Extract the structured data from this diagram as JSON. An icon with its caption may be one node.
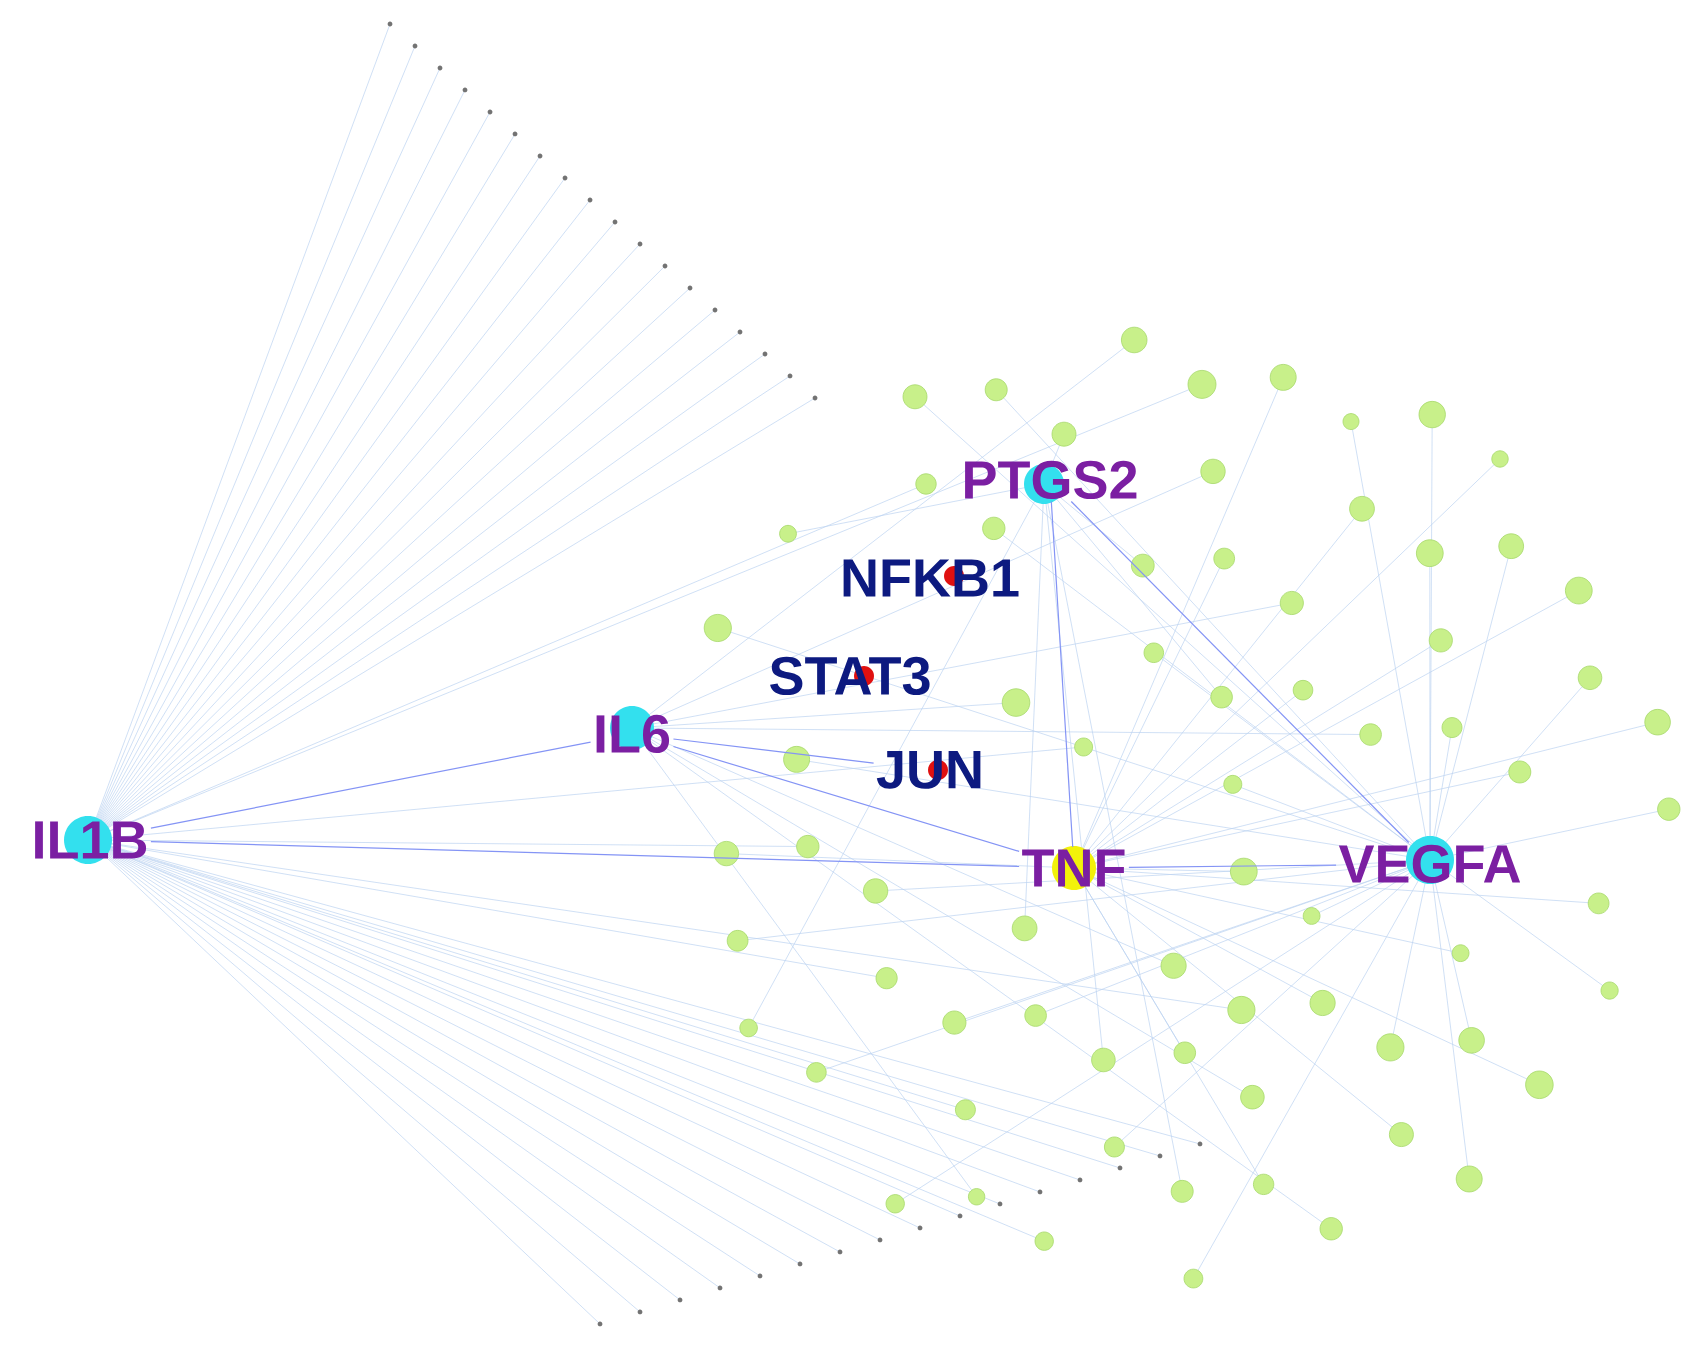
{
  "diagram": {
    "nodes": [
      {
        "text": [
          "IL1B"
        ]
      },
      {
        "text": [
          "IL6"
        ]
      },
      {
        "text": [
          "PTGS2"
        ]
      },
      {
        "text": [
          "NFKB1"
        ]
      },
      {
        "text": [
          "STAT3"
        ]
      },
      {
        "text": [
          "JUN"
        ]
      },
      {
        "text": [
          "TNF"
        ]
      },
      {
        "text": [
          "VEGFA"
        ]
      }
    ],
    "edges": [
      {
        "from": 0,
        "to": 1,
        "arrow": "none"
      },
      {
        "from": 0,
        "to": 6,
        "arrow": "none"
      },
      {
        "from": 1,
        "to": 6,
        "arrow": "none"
      },
      {
        "from": 1,
        "to": 5,
        "arrow": "none"
      },
      {
        "from": 6,
        "to": 7,
        "arrow": "none"
      },
      {
        "from": 2,
        "to": 7,
        "arrow": "none"
      },
      {
        "from": 2,
        "to": 6,
        "arrow": "none"
      }
    ]
  }
}
